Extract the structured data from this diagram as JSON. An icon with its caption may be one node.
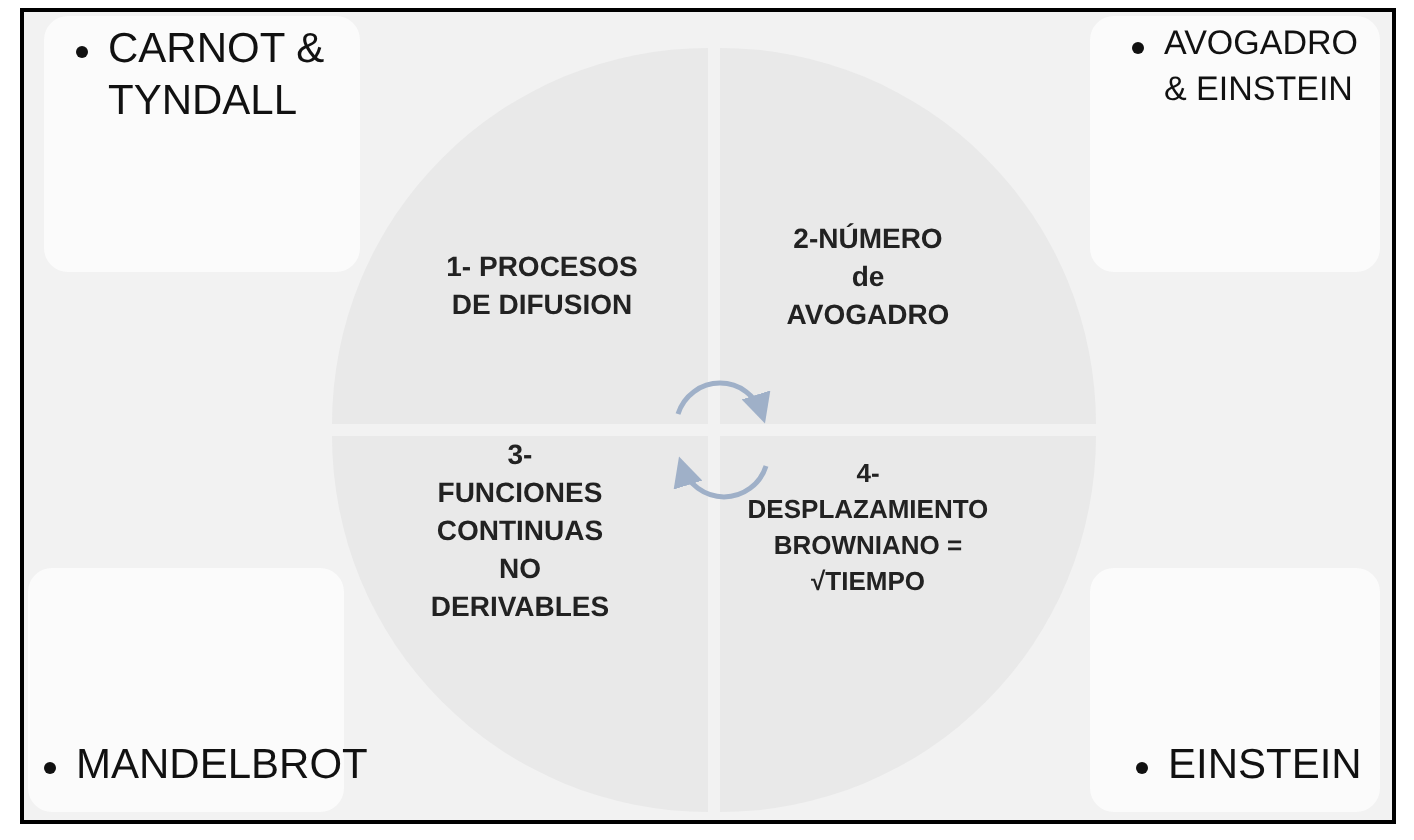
{
  "diagram": {
    "nodes": [
      {
        "text": [
          "CARNOT & TYNDALL"
        ]
      },
      {
        "text": [
          "AVOGADRO & EINSTEIN"
        ]
      },
      {
        "text": [
          "MANDELBROT"
        ]
      },
      {
        "text": [
          "EINSTEIN"
        ]
      },
      {
        "text": [
          "1- PROCESOS DE DIFUSION"
        ]
      },
      {
        "text": [
          "2-NÚMERO de AVOGADRO"
        ]
      },
      {
        "text": [
          "3- FUNCIONES CONTINUAS NO DERIVABLES"
        ]
      },
      {
        "text": [
          "4- DESPLAZAMIENTO BROWNIANO = √TIEMPO"
        ]
      }
    ],
    "edges": [
      {
        "from": 4,
        "to": 5,
        "arrow": "to"
      },
      {
        "from": 7,
        "to": 6,
        "arrow": "to"
      }
    ]
  }
}
